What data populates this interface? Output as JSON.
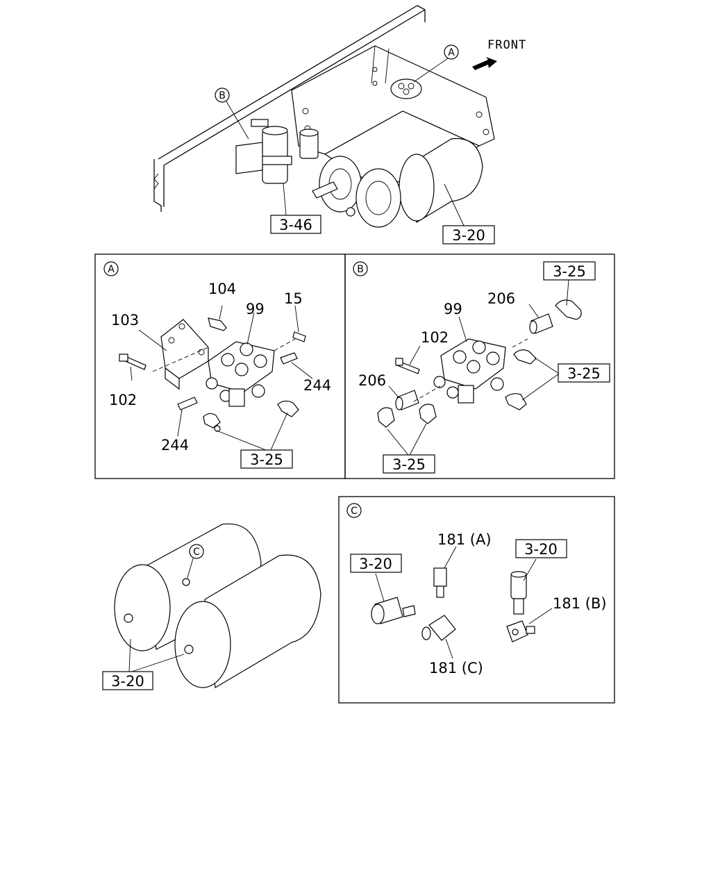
{
  "overview": {
    "front_label": "FRONT",
    "marker_a": "A",
    "marker_b": "B",
    "ref_3_46": "3-46",
    "ref_3_20": "3-20"
  },
  "detail_a": {
    "marker": "A",
    "labels": {
      "l104": "104",
      "l103": "103",
      "l99": "99",
      "l15": "15",
      "l102": "102",
      "l244_right": "244",
      "l244_left": "244"
    },
    "ref_3_25": "3-25"
  },
  "detail_b": {
    "marker": "B",
    "labels": {
      "l206_top": "206",
      "l99": "99",
      "l102": "102",
      "l206_left": "206"
    },
    "ref_3_25_top": "3-25",
    "ref_3_25_right": "3-25",
    "ref_3_25_bottom": "3-25"
  },
  "tanks": {
    "marker_c": "C",
    "ref_3_20": "3-20"
  },
  "detail_c": {
    "marker": "C",
    "labels": {
      "l181a": "181 (A)",
      "l181b": "181 (B)",
      "l181c": "181 (C)"
    },
    "ref_3_20_left": "3-20",
    "ref_3_20_right": "3-20"
  }
}
